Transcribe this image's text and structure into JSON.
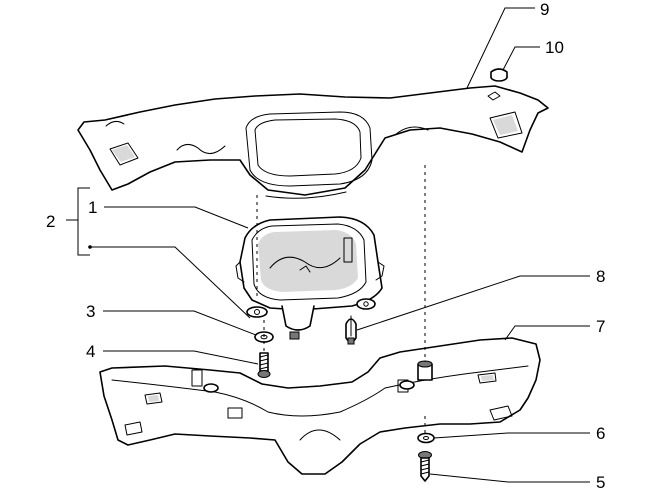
{
  "callouts": [
    {
      "id": "1",
      "text": "1"
    },
    {
      "id": "2",
      "text": "2"
    },
    {
      "id": "3",
      "text": "3"
    },
    {
      "id": "4",
      "text": "4"
    },
    {
      "id": "5",
      "text": "5"
    },
    {
      "id": "6",
      "text": "6"
    },
    {
      "id": "7",
      "text": "7"
    },
    {
      "id": "8",
      "text": "8"
    },
    {
      "id": "9",
      "text": "9"
    },
    {
      "id": "10",
      "text": "10"
    }
  ],
  "parts": [
    {
      "ref": "9",
      "icon": "upper-handlebar-cover"
    },
    {
      "ref": "10",
      "icon": "rubber-plug"
    },
    {
      "ref": "1",
      "icon": "instrument-cluster"
    },
    {
      "ref": "2",
      "icon": "kit-bracket"
    },
    {
      "ref": "3",
      "icon": "washer"
    },
    {
      "ref": "4",
      "icon": "screw"
    },
    {
      "ref": "8",
      "icon": "bulb"
    },
    {
      "ref": "7",
      "icon": "lower-handlebar-cover"
    },
    {
      "ref": "6",
      "icon": "washer"
    },
    {
      "ref": "5",
      "icon": "screw"
    }
  ]
}
